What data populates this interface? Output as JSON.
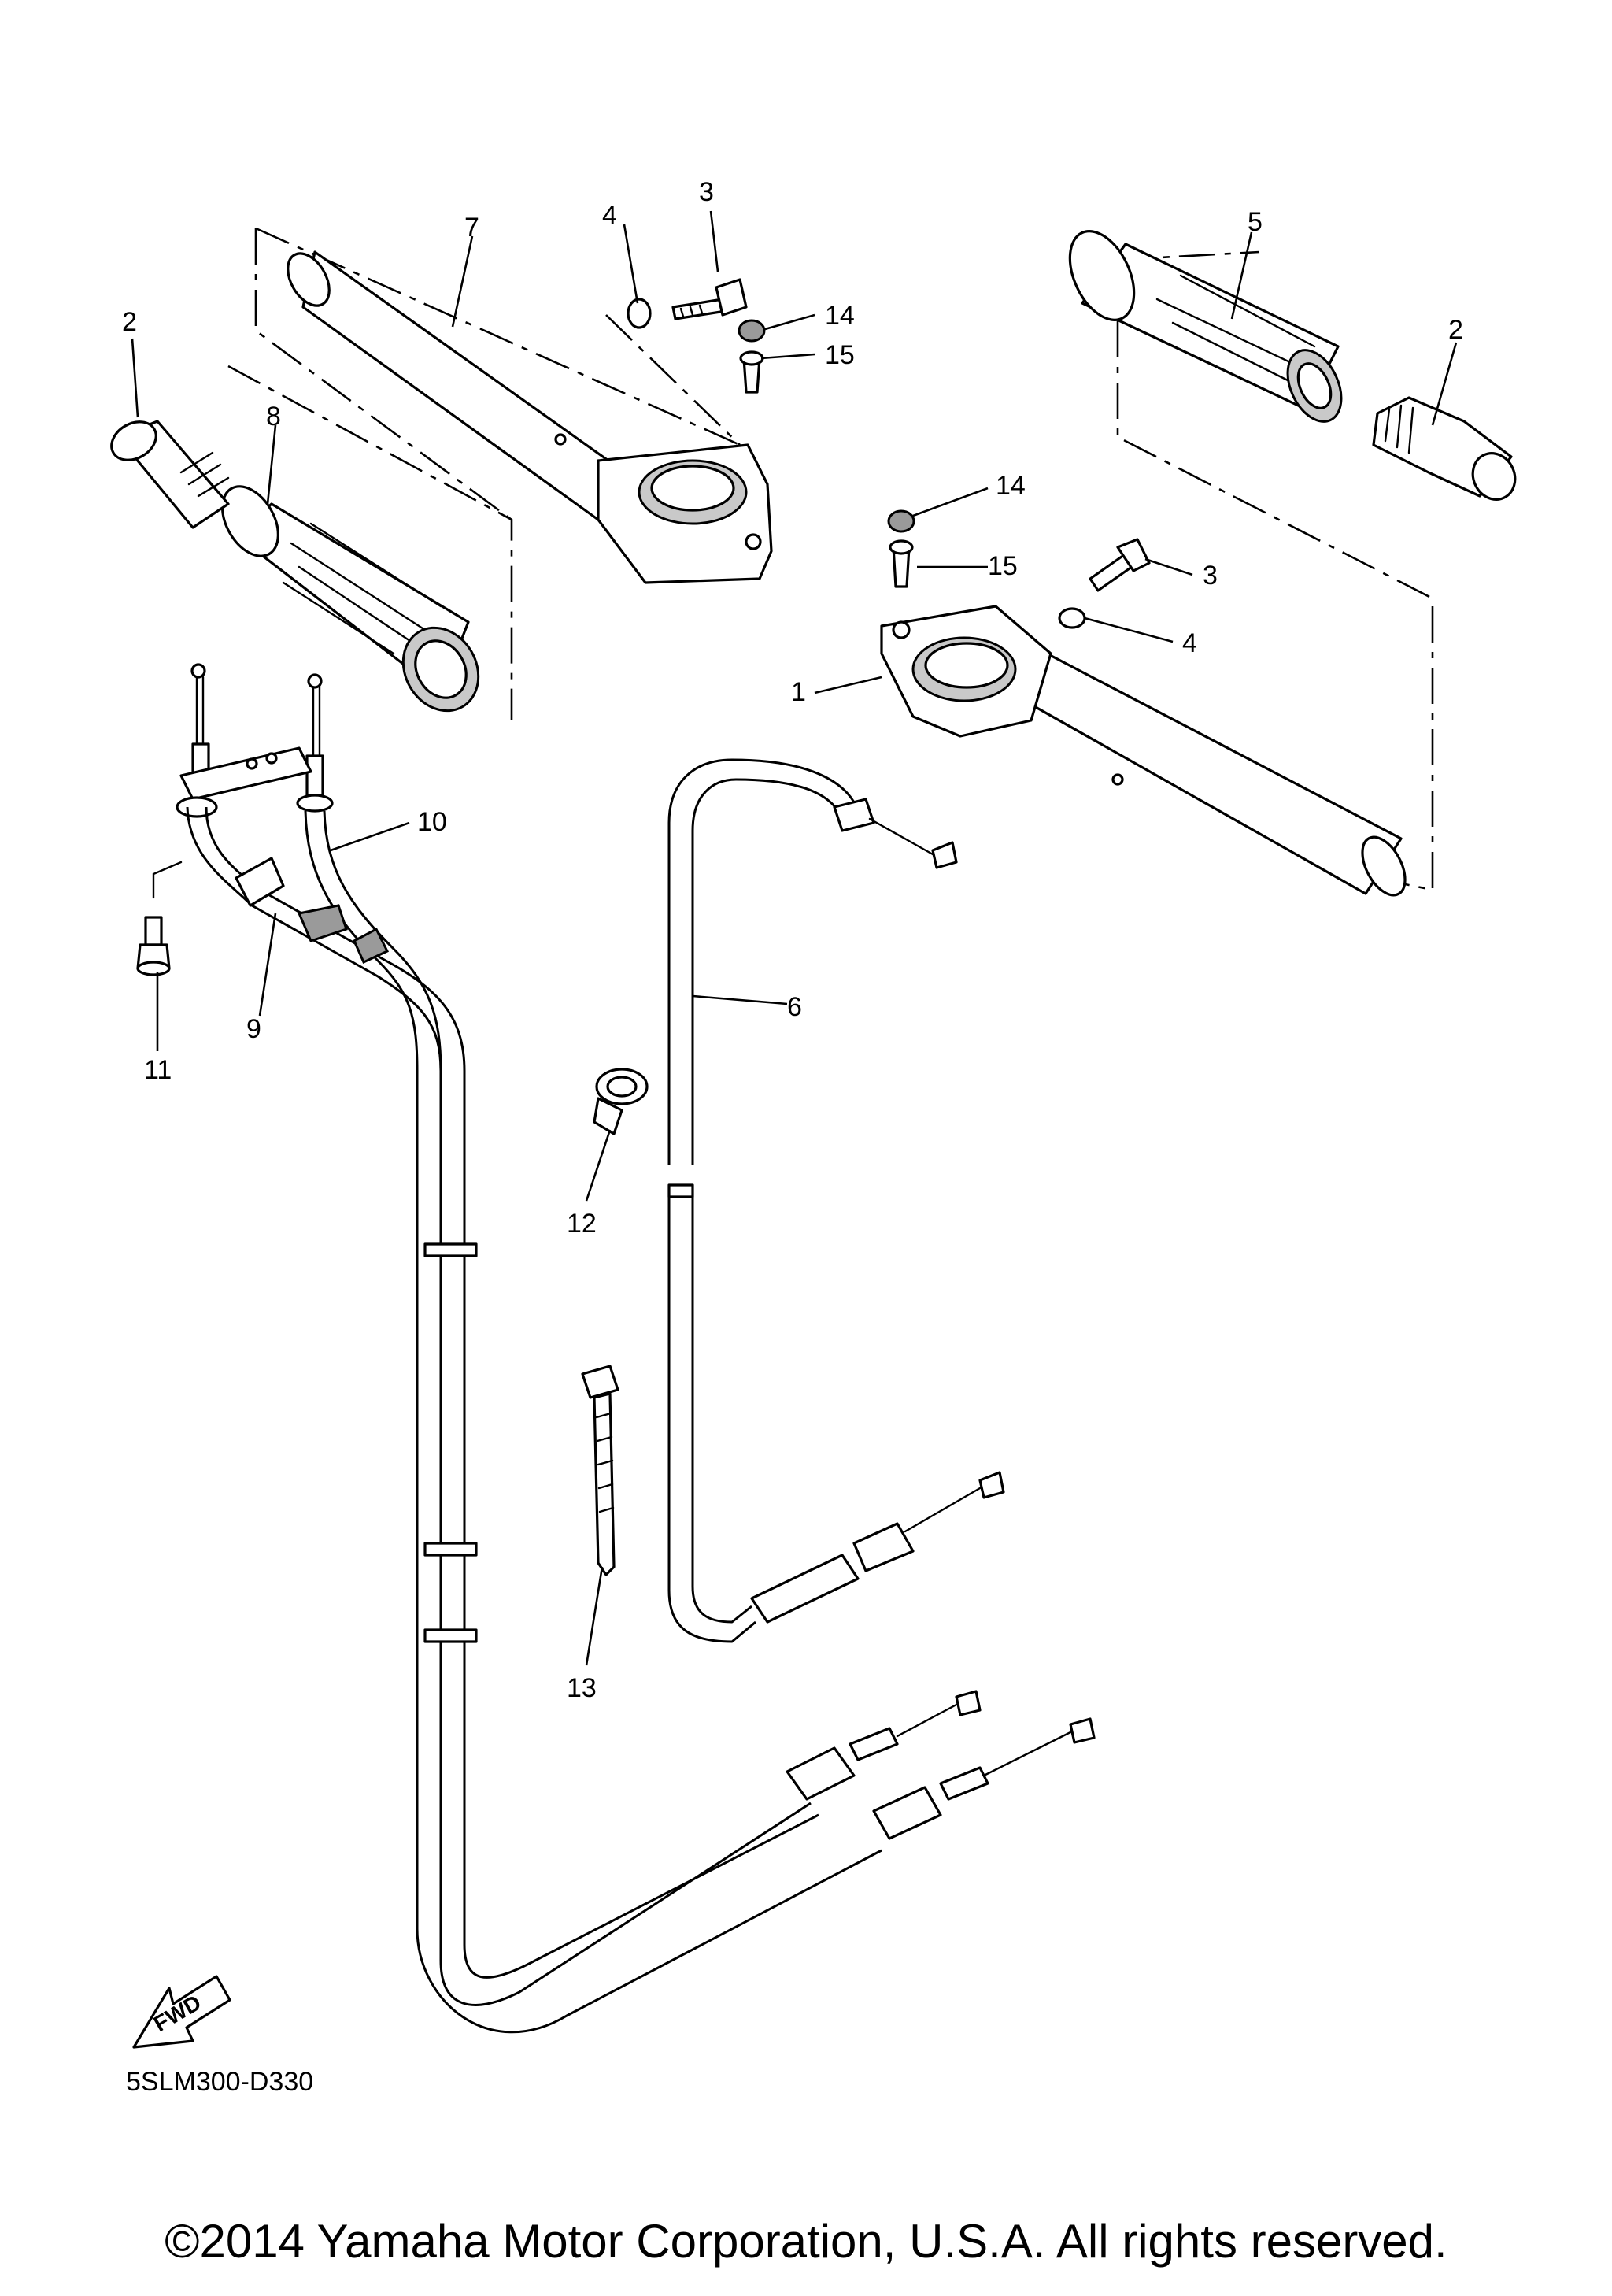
{
  "diagram": {
    "callouts": [
      "1",
      "2",
      "3",
      "4",
      "5",
      "6",
      "7",
      "8",
      "9",
      "10",
      "11",
      "12",
      "13",
      "14",
      "15"
    ],
    "fwd_label": "FWD",
    "diagram_code": "5SLM300-D330"
  },
  "footer": {
    "copyright": "©2014 Yamaha Motor Corporation, U.S.A. All rights reserved."
  }
}
